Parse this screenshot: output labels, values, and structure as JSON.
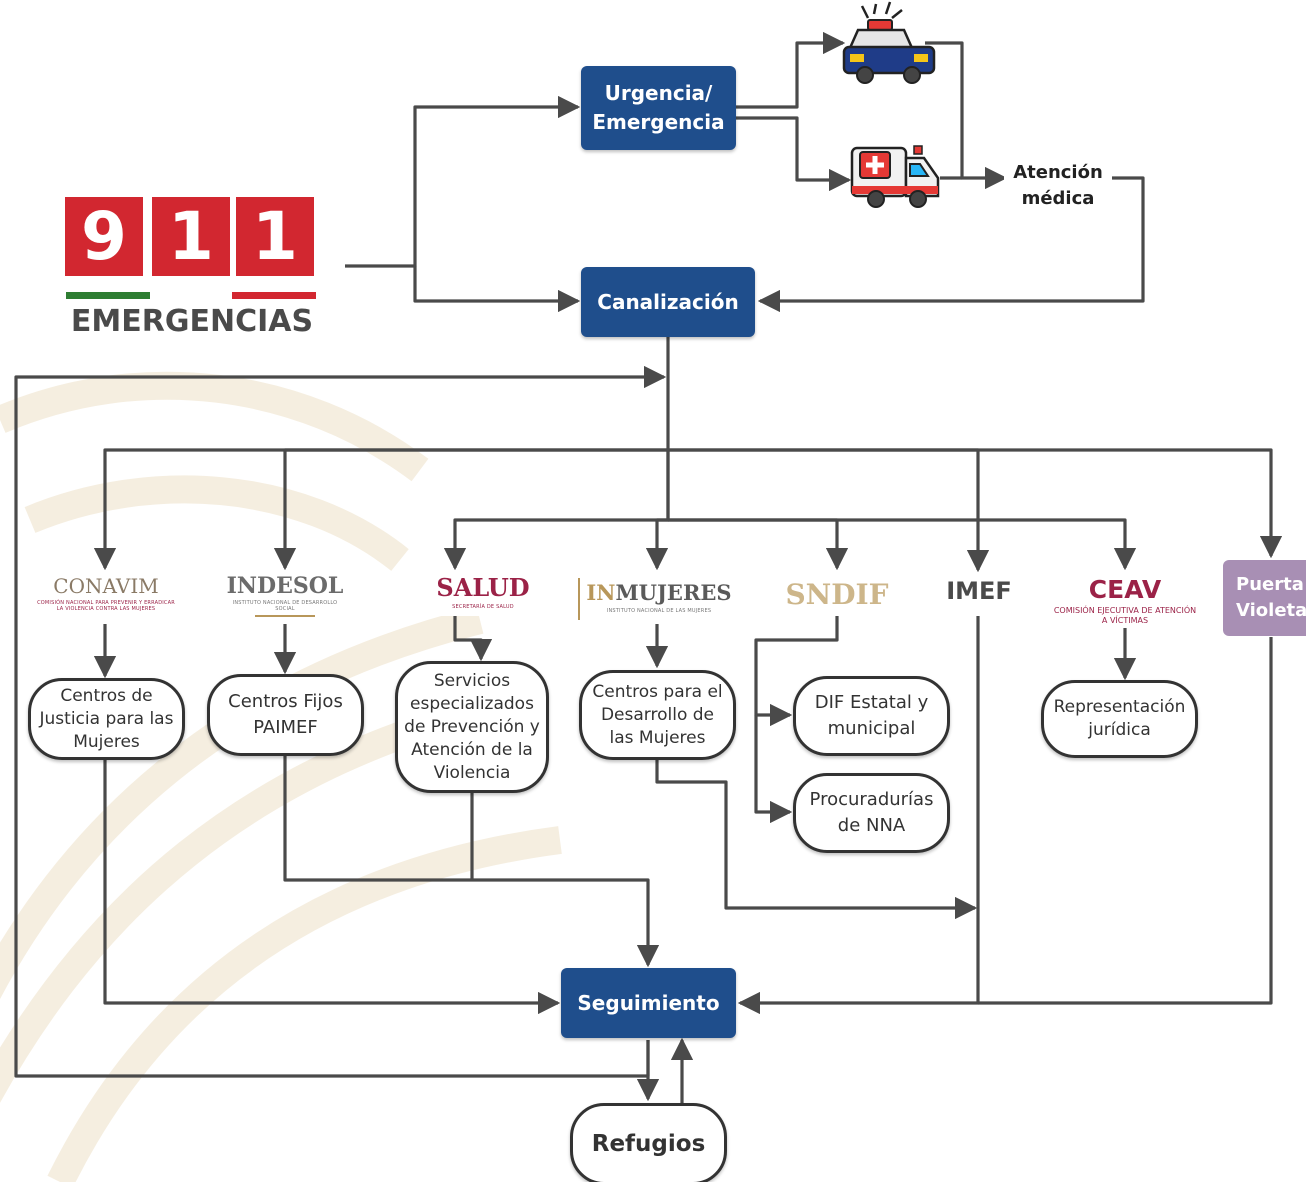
{
  "logo_911": {
    "digits": [
      "9",
      "1",
      "1"
    ],
    "text": "EMERGENCIAS",
    "colors": {
      "red": "#d22730",
      "green": "#2e7d32",
      "dark": "#4a4a4a"
    }
  },
  "nodes": {
    "urgencia": "Urgencia/ Emergencia",
    "canalizacion": "Canalización",
    "atencion_medica": "Atención médica",
    "seguimiento": "Seguimiento",
    "refugios": "Refugios",
    "centros_justicia": "Centros de Justicia para las Mujeres",
    "centros_fijos": "Centros Fijos PAIMEF",
    "servicios": "Servicios especializados de Prevención y Atención de la Violencia",
    "centros_desarrollo": "Centros para el Desarrollo de las Mujeres",
    "dif": "DIF Estatal y municipal",
    "procuradurias": "Procuradurías de NNA",
    "representacion": "Representación jurídica"
  },
  "institutions": {
    "conavim": {
      "name": "CONAVIM",
      "sub": "COMISIÓN NACIONAL PARA PREVENIR Y ERRADICAR LA VIOLENCIA CONTRA LAS MUJERES"
    },
    "indesol": {
      "name": "INDESOL",
      "sub": "INSTITUTO NACIONAL DE DESARROLLO SOCIAL"
    },
    "salud": {
      "name": "SALUD",
      "sub": "SECRETARÍA DE SALUD"
    },
    "inmujeres": {
      "name_a": "IN",
      "name_b": "MUJERES",
      "sub": "INSTITUTO NACIONAL DE LAS MUJERES"
    },
    "sndif": {
      "name": "SNDIF"
    },
    "imef": {
      "name": "IMEF"
    },
    "ceav": {
      "name": "CEAV",
      "sub": "COMISIÓN EJECUTIVA DE ATENCIÓN A VÍCTIMAS"
    },
    "puerta_violeta": {
      "name": "Puerta Violeta"
    }
  },
  "icons": [
    "police-car-icon",
    "ambulance-icon"
  ],
  "colors": {
    "node_blue": "#1f4e8c",
    "line": "#4a4a4a",
    "gold": "#b8975a",
    "purple": "#a88fb4",
    "maroon": "#9b2247"
  }
}
